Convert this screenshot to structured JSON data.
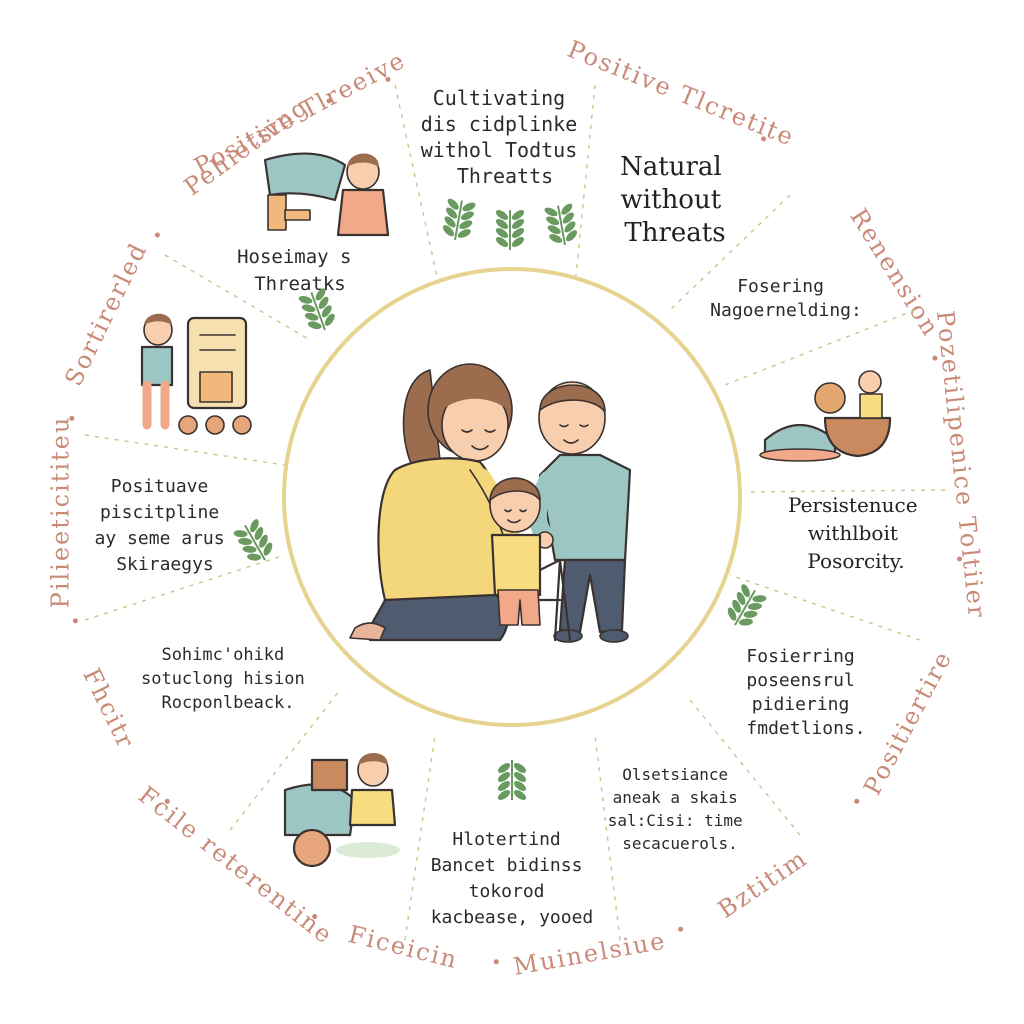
{
  "ring_labels": [
    "Positive Tlreeive",
    "Positive Tlcretite",
    "Renension",
    "Pozetilipenice Toltiier",
    "Positiertire",
    "Bztitim",
    "Muinelsiue",
    "Ficeicin",
    "Fcile reterentine",
    "Fhcitr",
    "Pilieeticititeu",
    "Sortirerled",
    "Pehietsing"
  ],
  "segments": [
    {
      "id": "top",
      "lines": [
        "Cultivating",
        "dis cidplinke",
        "withol Todtus",
        "Threatts"
      ]
    },
    {
      "id": "top-right",
      "lines": [
        "Natural",
        "without",
        "Threats"
      ]
    },
    {
      "id": "right-upper",
      "lines": [
        "Fosering",
        "Nagoernelding:"
      ]
    },
    {
      "id": "right",
      "lines": [
        "Persistenuce",
        "withlboit",
        "Posorcity."
      ]
    },
    {
      "id": "right-lower",
      "lines": [
        "Fosierring",
        "poseensrul",
        "pidiering",
        "fmdetlions."
      ]
    },
    {
      "id": "bottom-right",
      "lines": [
        "Olsetsiance",
        "aneak a skais",
        "sal:Cisi: time",
        "secacuerols."
      ]
    },
    {
      "id": "bottom",
      "lines": [
        "Hlotertind",
        "Bancet bidinss",
        "tokorod",
        "kacbease, yooed"
      ]
    },
    {
      "id": "left-lower",
      "lines": [
        "Sohimc'ohikd",
        "sotuclong hision",
        "Rocponlbeack."
      ]
    },
    {
      "id": "left",
      "lines": [
        "Posituave",
        "piscitpline",
        "ay seme arus",
        "Skiraegys"
      ]
    },
    {
      "id": "top-left",
      "lines": [
        "Hoseimay s",
        "Threatks"
      ]
    }
  ],
  "colors": {
    "ring_text": "#c98a78",
    "center_ring": "#e6d38f",
    "leaf": "#6a9a5f",
    "mother_shirt": "#f3d77a",
    "boy_shirt": "#9cc6c4",
    "toddler_shirt": "#f7dd7f",
    "pants": "#4f5b6e",
    "hair": "#9b6c4e",
    "skin": "#f7cfae"
  }
}
